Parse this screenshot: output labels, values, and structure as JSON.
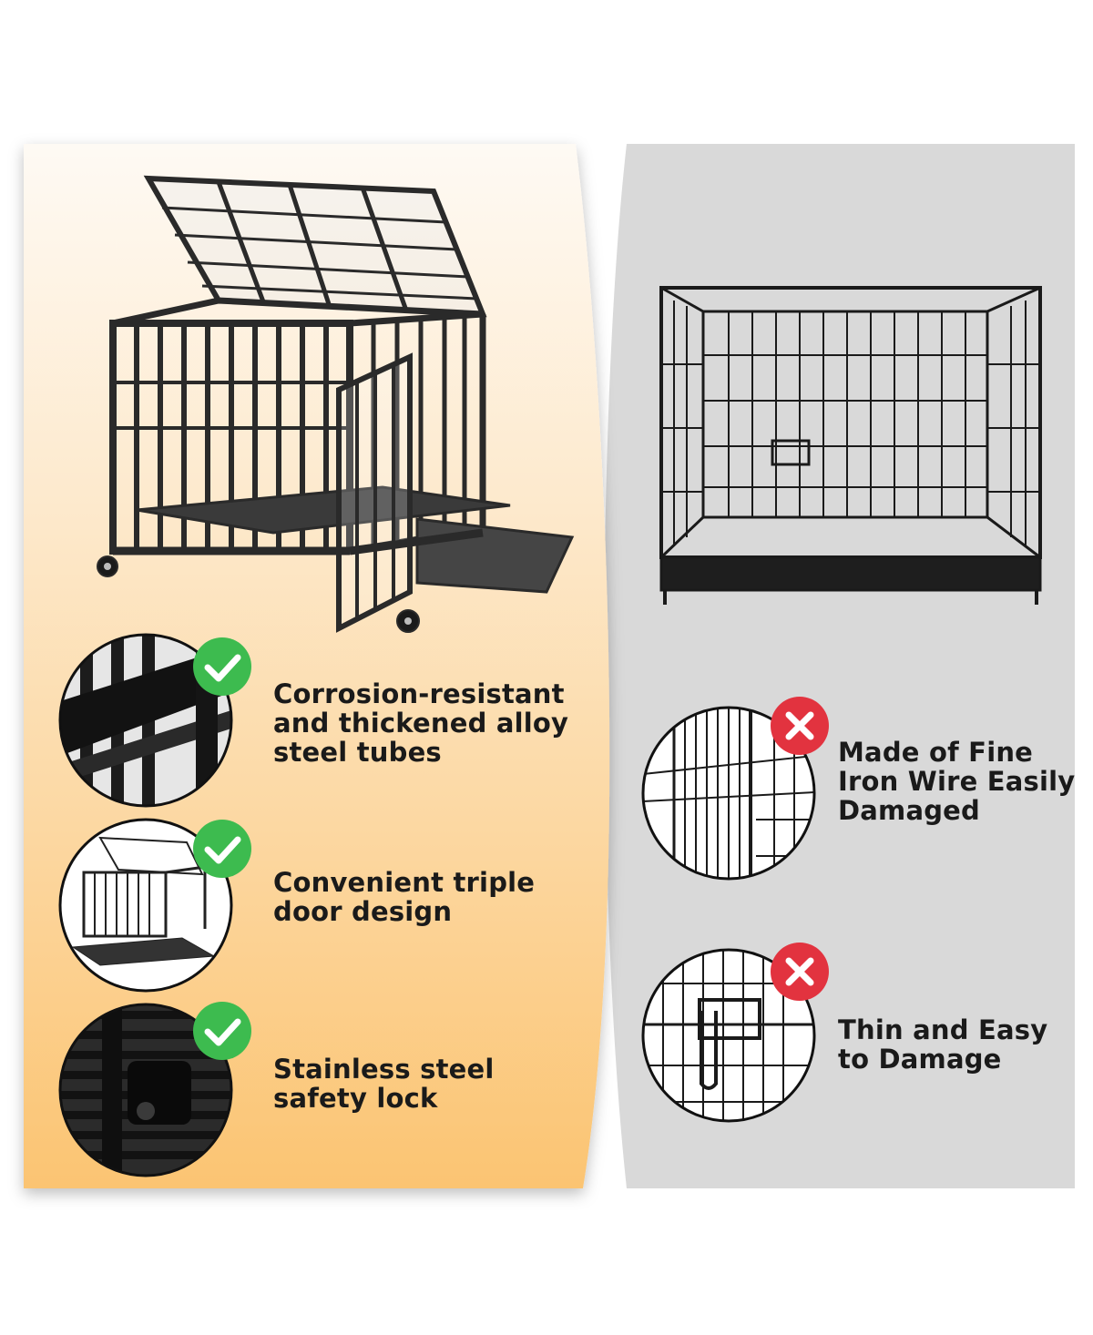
{
  "colors": {
    "good_panel_top": "#fdf8f0",
    "good_panel_bottom": "#fbc877",
    "bad_panel": "#d9d9d9",
    "check_badge": "#3dbb4f",
    "cross_badge": "#e2333f",
    "text": "#1a1a1a"
  },
  "good_product": {
    "image_icon": "heavy-duty-cage-icon",
    "features": [
      {
        "badge": "check-icon",
        "thumbnail": "alloy-steel-tube-closeup",
        "lines": [
          "Corrosion-resistant",
          "and thickened alloy",
          "steel tubes"
        ]
      },
      {
        "badge": "check-icon",
        "thumbnail": "triple-door-cage",
        "lines": [
          "Convenient triple",
          "door design"
        ]
      },
      {
        "badge": "check-icon",
        "thumbnail": "safety-lock-closeup",
        "lines": [
          "Stainless steel",
          "safety lock"
        ]
      }
    ]
  },
  "other_product": {
    "image_icon": "wire-crate-icon",
    "features": [
      {
        "badge": "cross-icon",
        "thumbnail": "fine-wire-closeup",
        "lines": [
          "Made of Fine",
          "Iron Wire Easily",
          "Damaged"
        ]
      },
      {
        "badge": "cross-icon",
        "thumbnail": "thin-latch-closeup",
        "lines": [
          "Thin and Easy",
          "to Damage"
        ]
      }
    ]
  }
}
